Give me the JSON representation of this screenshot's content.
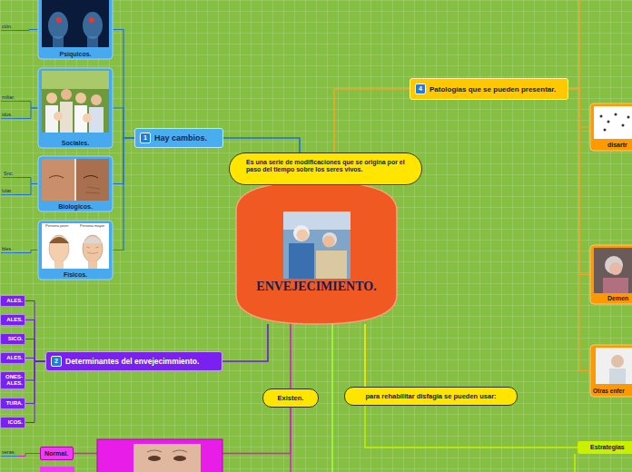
{
  "diagram": {
    "nodes": [
      {
        "text": [
          "ENVEJECIMIENTO."
        ]
      },
      {
        "text": [
          "Es una serie de modificaciones que se origina por el paso del tiempo sobre los seres vivos."
        ]
      },
      {
        "text": [
          "1",
          "Hay cambios."
        ]
      },
      {
        "text": [
          "Psíquicos."
        ]
      },
      {
        "text": [
          "ción."
        ]
      },
      {
        "text": [
          "Sociales."
        ]
      },
      {
        "text": [
          "miliar."
        ]
      },
      {
        "text": [
          "idus."
        ]
      },
      {
        "text": [
          "Biologicos."
        ]
      },
      {
        "text": [
          "Snc."
        ]
      },
      {
        "text": [
          "lular."
        ]
      },
      {
        "text": [
          "Físicos."
        ]
      },
      {
        "text": [
          "bles."
        ]
      },
      {
        "text": [
          "2",
          "Determinantes del envejecimmiento."
        ]
      },
      {
        "text": [
          "ALES."
        ]
      },
      {
        "text": [
          "ALES."
        ]
      },
      {
        "text": [
          "SICO."
        ]
      },
      {
        "text": [
          "ALES."
        ]
      },
      {
        "text": [
          "ONES- ALES."
        ]
      },
      {
        "text": [
          "TURA."
        ]
      },
      {
        "text": [
          "ICOS."
        ]
      },
      {
        "text": [
          "4",
          "Patologías que se pueden presentar."
        ]
      },
      {
        "text": [
          "disartr"
        ]
      },
      {
        "text": [
          "Demen"
        ]
      },
      {
        "text": [
          "Otras enfer"
        ]
      },
      {
        "text": [
          "Existen."
        ]
      },
      {
        "text": [
          "Normal."
        ]
      },
      {
        "text": [
          "veras."
        ]
      },
      {
        "text": [
          "para rehabilitar disfagia se pueden usar:"
        ]
      },
      {
        "text": [
          "Estrategias"
        ]
      }
    ],
    "edges": [
      {
        "from": 0,
        "to": 2,
        "arrow": "none"
      },
      {
        "from": 2,
        "to": 3,
        "arrow": "none"
      },
      {
        "from": 3,
        "to": 4,
        "arrow": "none"
      },
      {
        "from": 2,
        "to": 5,
        "arrow": "none"
      },
      {
        "from": 5,
        "to": 6,
        "arrow": "none"
      },
      {
        "from": 5,
        "to": 7,
        "arrow": "none"
      },
      {
        "from": 2,
        "to": 8,
        "arrow": "none"
      },
      {
        "from": 8,
        "to": 9,
        "arrow": "none"
      },
      {
        "from": 8,
        "to": 10,
        "arrow": "none"
      },
      {
        "from": 2,
        "to": 11,
        "arrow": "none"
      },
      {
        "from": 11,
        "to": 12,
        "arrow": "none"
      },
      {
        "from": 0,
        "to": 13,
        "arrow": "none"
      },
      {
        "from": 13,
        "to": 14,
        "arrow": "none"
      },
      {
        "from": 13,
        "to": 15,
        "arrow": "none"
      },
      {
        "from": 13,
        "to": 16,
        "arrow": "none"
      },
      {
        "from": 13,
        "to": 17,
        "arrow": "none"
      },
      {
        "from": 13,
        "to": 18,
        "arrow": "none"
      },
      {
        "from": 13,
        "to": 19,
        "arrow": "none"
      },
      {
        "from": 13,
        "to": 20,
        "arrow": "none"
      },
      {
        "from": 0,
        "to": 21,
        "arrow": "none"
      },
      {
        "from": 21,
        "to": 22,
        "arrow": "none"
      },
      {
        "from": 21,
        "to": 23,
        "arrow": "none"
      },
      {
        "from": 21,
        "to": 24,
        "arrow": "none"
      },
      {
        "from": 0,
        "to": 25,
        "arrow": "none"
      },
      {
        "from": 25,
        "to": 26,
        "arrow": "none"
      },
      {
        "from": 26,
        "to": 27,
        "arrow": "none"
      },
      {
        "from": 0,
        "to": 28,
        "arrow": "none"
      },
      {
        "from": 28,
        "to": 29,
        "arrow": "none"
      }
    ],
    "labels": [
      "Persona joven",
      "Persona mayor"
    ]
  }
}
